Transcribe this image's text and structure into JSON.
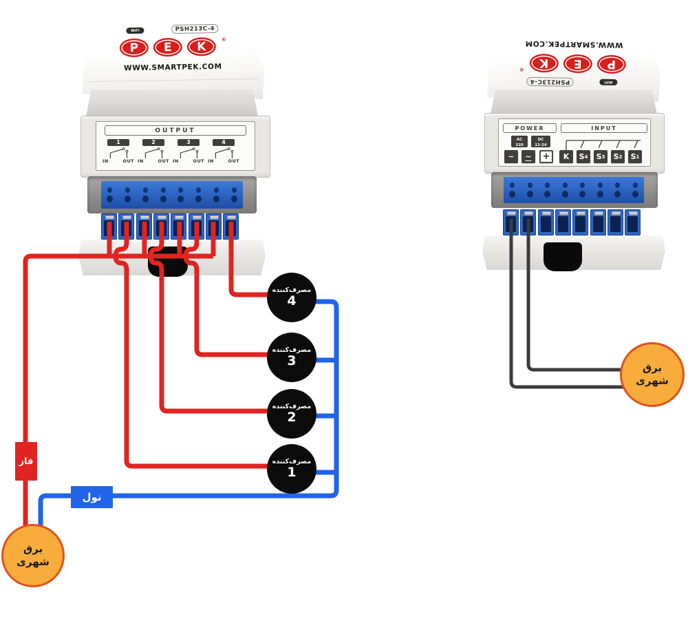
{
  "colors": {
    "phase_wire": "#e02421",
    "neutral_wire": "#2163ea",
    "power_wire": "#3b3b3d",
    "source_fill": "#f7ac3c",
    "source_border": "#e0511c",
    "consumer_fill": "#0b0b0b",
    "badge_dark": "#413f3d",
    "brand_red": "#d71f1c"
  },
  "front_device": {
    "wifi_label": "WiFi",
    "model": "PSH213C-4",
    "logo_letters": [
      "P",
      "E",
      "K"
    ],
    "logo_reg": "®",
    "website": "WWW.SMARTPEK.COM",
    "output": {
      "title": "OUTPUT",
      "channels": [
        {
          "number": "1",
          "in_label": "IN",
          "out_label": "OUT"
        },
        {
          "number": "2",
          "in_label": "IN",
          "out_label": "OUT"
        },
        {
          "number": "3",
          "in_label": "IN",
          "out_label": "OUT"
        },
        {
          "number": "4",
          "in_label": "IN",
          "out_label": "OUT"
        }
      ]
    }
  },
  "back_device": {
    "wifi_label": "WiFi",
    "model": "PSH213C-4",
    "logo_letters": [
      "P",
      "E",
      "K"
    ],
    "logo_reg": "®",
    "website": "WWW.SMARTPEK.COM",
    "power": {
      "title": "POWER",
      "ac_line1": "AC",
      "ac_line2": "220",
      "dc_line1": "DC",
      "dc_line2": "12-24",
      "terminals": [
        "~",
        "~",
        "+"
      ]
    },
    "input": {
      "title": "INPUT",
      "terminals": [
        {
          "base": "K",
          "sub": ""
        },
        {
          "base": "S",
          "sub": "4"
        },
        {
          "base": "S",
          "sub": "3"
        },
        {
          "base": "S",
          "sub": "2"
        },
        {
          "base": "S",
          "sub": "1"
        }
      ]
    }
  },
  "wiring": {
    "phase_label": "فاز",
    "neutral_label": "نول",
    "city_power_line1": "برق",
    "city_power_line2": "شهری",
    "consumer_label": "مصرف‌کننده",
    "consumers": [
      {
        "number": "4"
      },
      {
        "number": "3"
      },
      {
        "number": "2"
      },
      {
        "number": "1"
      }
    ]
  }
}
